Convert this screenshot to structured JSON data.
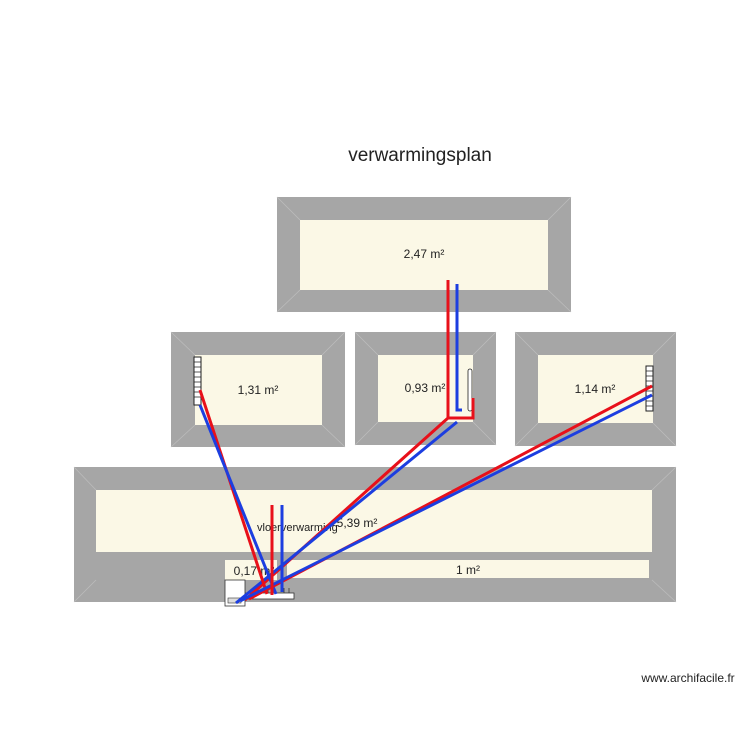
{
  "title": "verwarmingsplan",
  "rooms": [
    {
      "area": "2,47 m²"
    },
    {
      "area": "1,31 m²"
    },
    {
      "area": "0,93 m²"
    },
    {
      "area": "1,14 m²"
    },
    {
      "area": "5,39 m²"
    },
    {
      "area": "0,17 m²"
    },
    {
      "area": "1 m²"
    }
  ],
  "labels": {
    "floor_heating": "vloerverwarming"
  },
  "pipes": {
    "supply_color": "#e8101a",
    "return_color": "#1c3ee0"
  },
  "watermark": "www.archifacile.fr"
}
